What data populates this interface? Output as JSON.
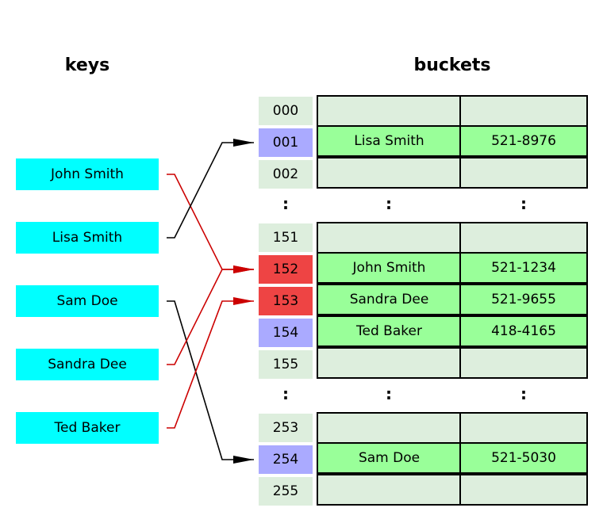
{
  "headings": {
    "keys": "keys",
    "buckets": "buckets"
  },
  "keys": [
    "John Smith",
    "Lisa Smith",
    "Sam Doe",
    "Sandra Dee",
    "Ted Baker"
  ],
  "indices": [
    "000",
    "001",
    "002",
    "151",
    "152",
    "153",
    "154",
    "155",
    "253",
    "254",
    "255"
  ],
  "ellipsis": ":",
  "buckets": [
    {
      "index": "000",
      "name": "",
      "phone": ""
    },
    {
      "index": "001",
      "name": "Lisa Smith",
      "phone": "521-8976"
    },
    {
      "index": "002",
      "name": "",
      "phone": ""
    },
    {
      "index": "151",
      "name": "",
      "phone": ""
    },
    {
      "index": "152",
      "name": "John Smith",
      "phone": "521-1234"
    },
    {
      "index": "153",
      "name": "Sandra Dee",
      "phone": "521-9655"
    },
    {
      "index": "154",
      "name": "Ted Baker",
      "phone": "418-4165"
    },
    {
      "index": "155",
      "name": "",
      "phone": ""
    },
    {
      "index": "253",
      "name": "",
      "phone": ""
    },
    {
      "index": "254",
      "name": "Sam Doe",
      "phone": "521-5030"
    },
    {
      "index": "255",
      "name": "",
      "phone": ""
    }
  ],
  "mappings": [
    {
      "key": "John Smith",
      "index": "152",
      "collision": true
    },
    {
      "key": "Lisa Smith",
      "index": "001",
      "collision": false
    },
    {
      "key": "Sam Doe",
      "index": "254",
      "collision": false
    },
    {
      "key": "Sandra Dee",
      "index": "152",
      "collision": true
    },
    {
      "key": "Ted Baker",
      "index": "153",
      "collision": true
    }
  ],
  "colors": {
    "key_fill": "#00ffff",
    "index_fill": "#ddeedd",
    "index_used": "#aaaaff",
    "index_collision": "#ee4444",
    "bucket_empty": "#ddeedd",
    "bucket_filled": "#99ff99",
    "arrow_normal": "#000000",
    "arrow_collision": "#cc0000"
  }
}
